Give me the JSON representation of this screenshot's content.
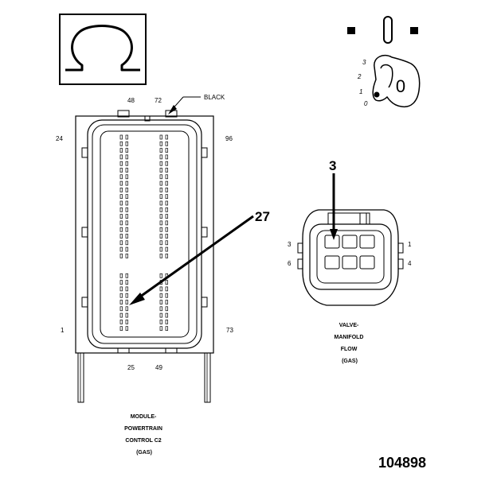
{
  "ohm_symbol": "Ω",
  "key_switch": {
    "positions": [
      "3",
      "2",
      "1",
      "0"
    ],
    "key_label": "0"
  },
  "module_connector": {
    "color_label": "BLACK",
    "pin_top_left": "48",
    "pin_top_right": "72",
    "pin_left_upper": "24",
    "pin_right_upper": "96",
    "pin_left_lower": "1",
    "pin_right_lower": "73",
    "pin_bottom_left": "25",
    "pin_bottom_right": "49",
    "callout_pin": "27",
    "caption_lines": [
      "MODULE-",
      "POWERTRAIN",
      "CONTROL C2",
      "(GAS)"
    ]
  },
  "valve_connector": {
    "callout_pin": "3",
    "pin_top_left": "3",
    "pin_top_right": "1",
    "pin_bottom_left": "6",
    "pin_bottom_right": "4",
    "caption_lines": [
      "VALVE-",
      "MANIFOLD",
      "FLOW",
      "(GAS)"
    ]
  },
  "figure_number": "104898"
}
